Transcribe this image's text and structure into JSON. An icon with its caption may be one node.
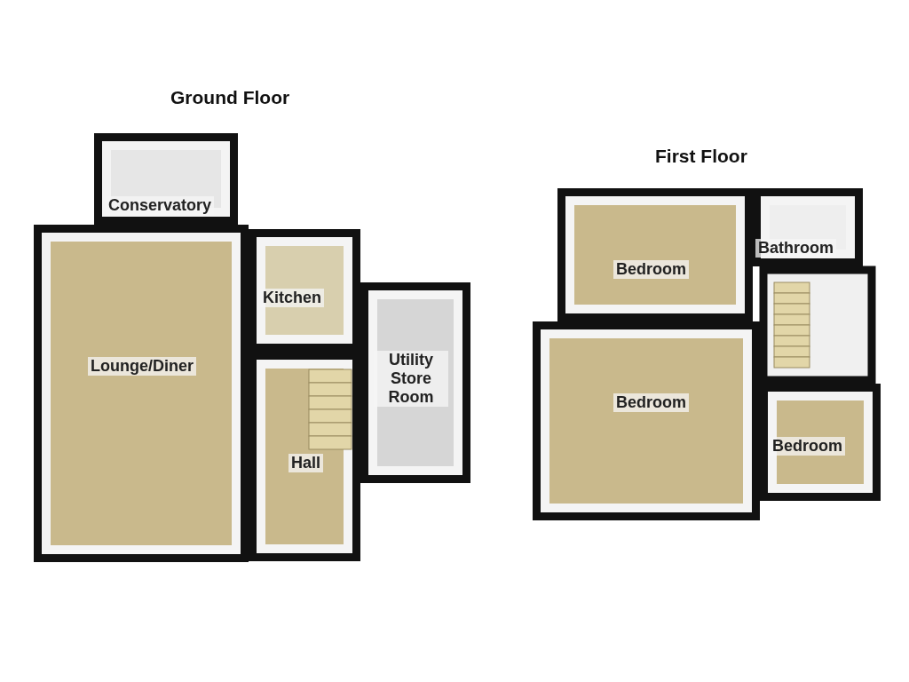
{
  "diagram": {
    "nodes": [
      {
        "text": [
          "Conservatory"
        ]
      },
      {
        "text": [
          "Lounge/Diner"
        ]
      },
      {
        "text": [
          "Kitchen"
        ]
      },
      {
        "text": [
          "Utility Store Room"
        ]
      },
      {
        "text": [
          "Hall"
        ]
      },
      {
        "text": [
          "Bedroom"
        ]
      },
      {
        "text": [
          "Bathroom"
        ]
      },
      {
        "text": [
          "Bedroom"
        ]
      },
      {
        "text": [
          "Bedroom"
        ]
      }
    ],
    "edges": [],
    "labels": [
      "Ground Floor",
      "First Floor"
    ]
  }
}
